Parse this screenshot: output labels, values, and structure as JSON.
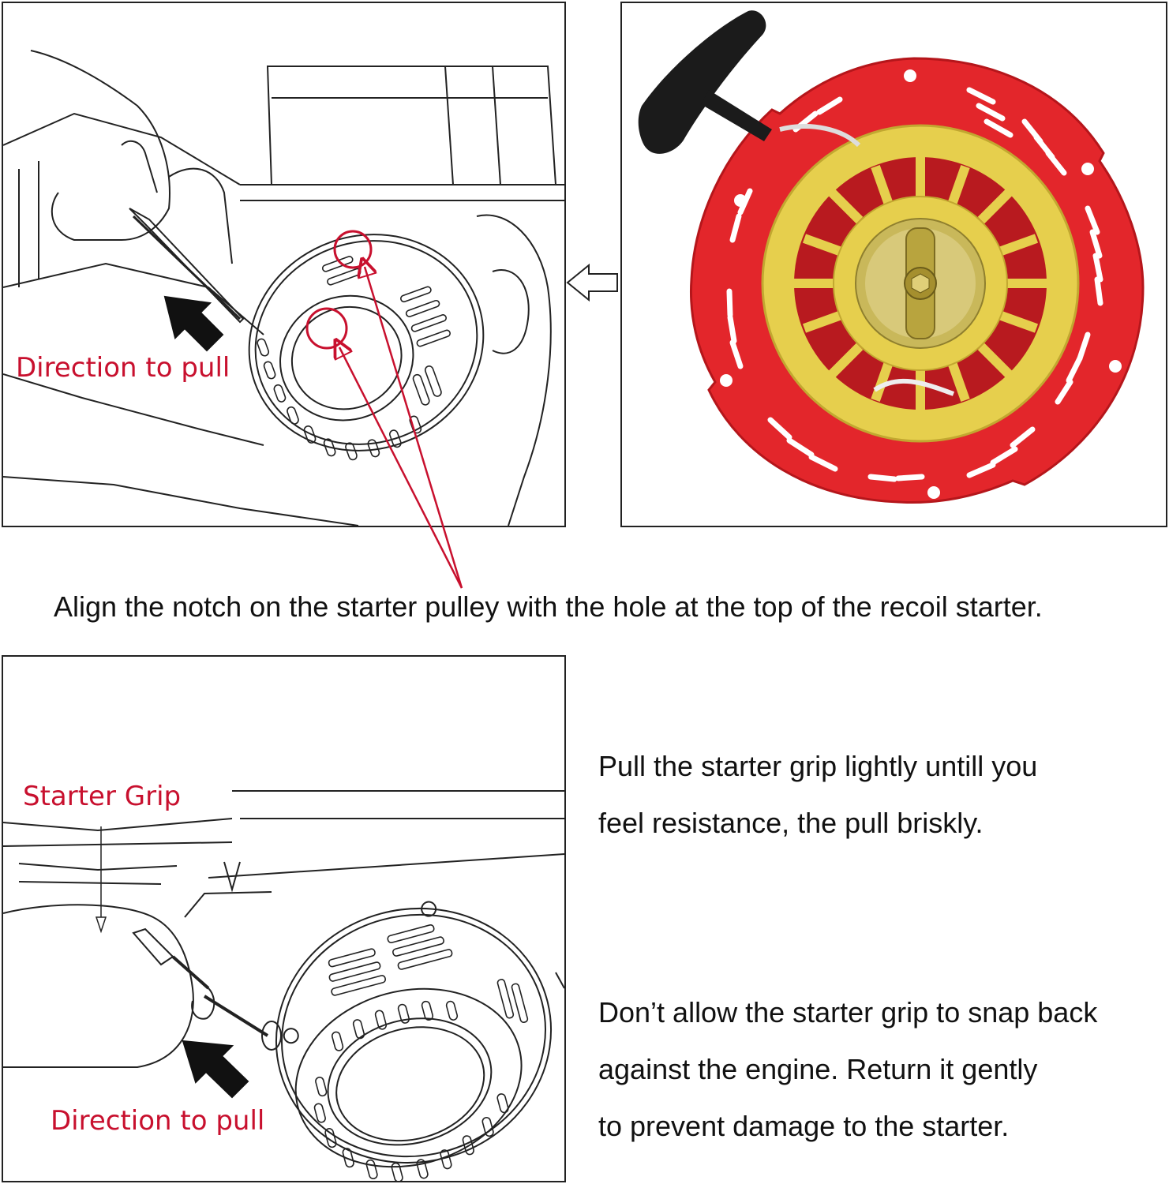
{
  "top_left": {
    "direction_label": "Direction to pull"
  },
  "caption": "Align the notch on the starter pulley with the hole at the top of the recoil starter.",
  "bottom_left": {
    "grip_label": "Starter Grip",
    "direction_label": "Direction to pull"
  },
  "instructions": {
    "pull_line1": "Pull the starter grip lightly untill you",
    "pull_line2": "feel resistance, the pull briskly.",
    "snap_line1": "Don’t allow the starter grip to snap back",
    "snap_line2": "against the engine. Return it gently",
    "snap_line3": "to prevent damage to the starter."
  },
  "colors": {
    "label_red": "#c8102e",
    "starter_red": "#e3262b",
    "pulley_yellow": "#e6cf4d",
    "grip_black": "#1b1b1b"
  },
  "icons": [
    "hollow-arrow-left-icon",
    "direction-arrow-icon",
    "pointer-line-icon"
  ]
}
